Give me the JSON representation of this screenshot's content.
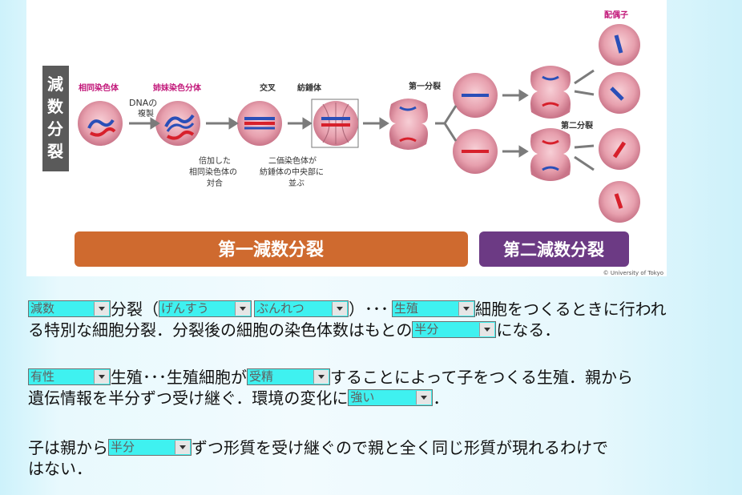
{
  "figure": {
    "side_label": [
      "減",
      "数",
      "分",
      "裂"
    ],
    "homologous_label": "相同染色体",
    "sister_label": "姉妹染色分体",
    "dna_label_1": "DNAの",
    "dna_label_2": "複製",
    "crossover_label": "交叉",
    "spindle_label": "紡錘体",
    "first_division_label": "第一分裂",
    "second_division_label": "第二分裂",
    "gamete_label": "配偶子",
    "caption_pair": [
      "倍加した",
      "相同染色体の",
      "対合"
    ],
    "caption_align": [
      "二価染色体が",
      "紡錘体の中央部に",
      "並ぶ"
    ],
    "banner_first": "第一減数分裂",
    "banner_second": "第二減数分裂",
    "credit": "© University of Tokyo",
    "colors": {
      "cell": "#e89aa8",
      "red": "#d7202b",
      "blue": "#2a4fb8",
      "banner_first": "#cf6a2f",
      "banner_second": "#6c3a84",
      "side_label_bg": "#5a5a5a"
    }
  },
  "para1": {
    "sel1": "減数",
    "t1": "分裂（",
    "sel2": "げんすう",
    "sel3": "ぶんれつ",
    "t2": "）･･･",
    "sel4": "生殖",
    "t3": "細胞をつくるときに行われ",
    "t4": "る特別な細胞分裂．分裂後の細胞の染色体数はもとの",
    "sel5": "半分",
    "t5": "になる．"
  },
  "para2": {
    "sel1": "有性",
    "t1": "生殖･･･生殖細胞が",
    "sel2": "受精",
    "t2": "することによって子をつくる生殖．親から",
    "t3": "遺伝情報を半分ずつ受け継ぐ．環境の変化に",
    "sel3": "強い",
    "t4": "．"
  },
  "para3": {
    "t1": "子は親から",
    "sel1": "半分",
    "t2": "ずつ形質を受け継ぐので親と全く同じ形質が現れるわけで",
    "t3": "はない．"
  }
}
